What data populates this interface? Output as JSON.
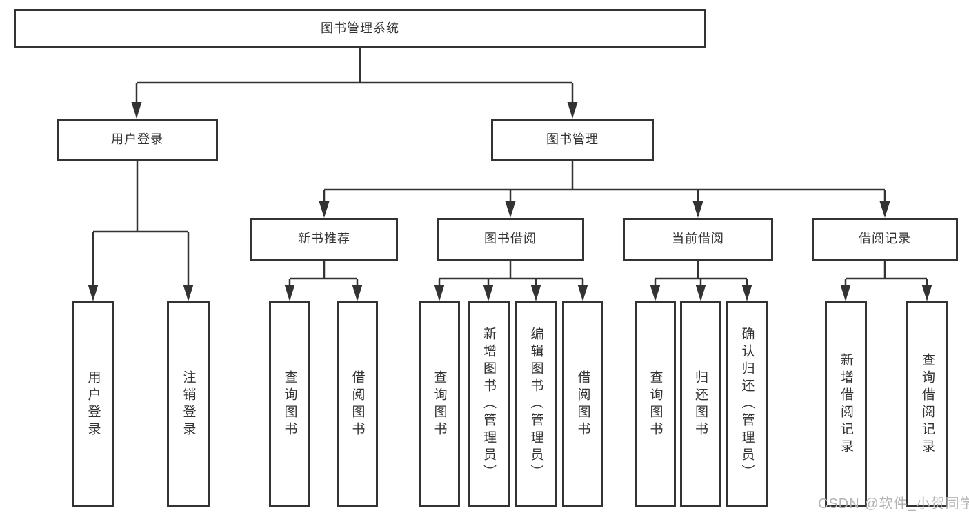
{
  "diagram_type": "hierarchical-function-tree",
  "tree": {
    "root": {
      "label": "图书管理系统",
      "children": [
        {
          "label": "用户登录",
          "children": [
            {
              "label": "用户登录"
            },
            {
              "label": "注销登录"
            }
          ]
        },
        {
          "label": "图书管理",
          "children": [
            {
              "label": "新书推荐",
              "children": [
                {
                  "label": "查询图书"
                },
                {
                  "label": "借阅图书"
                }
              ]
            },
            {
              "label": "图书借阅",
              "children": [
                {
                  "label": "查询图书"
                },
                {
                  "label": "新增图书（管理员）"
                },
                {
                  "label": "编辑图书（管理员）"
                },
                {
                  "label": "借阅图书"
                }
              ]
            },
            {
              "label": "当前借阅",
              "children": [
                {
                  "label": "查询图书"
                },
                {
                  "label": "归还图书"
                },
                {
                  "label": "确认归还（管理员）"
                }
              ]
            },
            {
              "label": "借阅记录",
              "children": [
                {
                  "label": "新增借阅记录"
                },
                {
                  "label": "查询借阅记录"
                }
              ]
            }
          ]
        }
      ]
    }
  },
  "watermark": {
    "text": "CSDN @软件_小贺同学"
  },
  "colors": {
    "line": "#333333",
    "box_border": "#333333",
    "text": "#333333",
    "watermark_text": "#b3b3b3",
    "background": "#ffffff"
  }
}
